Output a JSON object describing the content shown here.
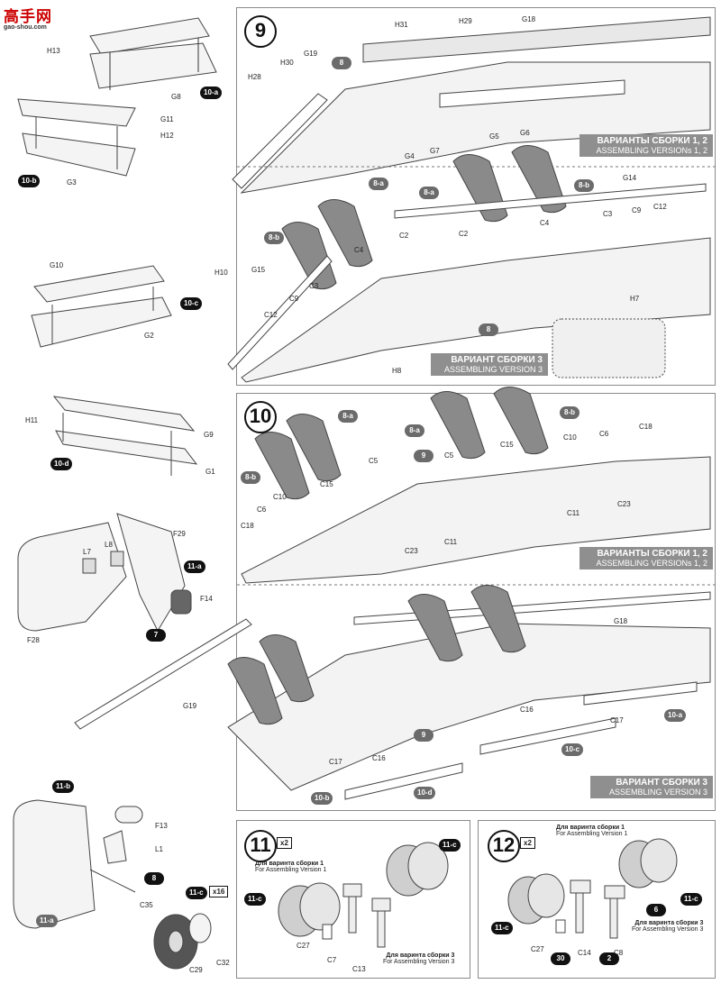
{
  "logo": {
    "name": "高手网",
    "url": "gao-shou.com"
  },
  "step9": {
    "number": "9",
    "parts": [
      "H31",
      "H29",
      "G18",
      "8",
      "H30",
      "G19",
      "H28",
      "G7",
      "G4",
      "G5",
      "G6",
      "8-a",
      "8-b",
      "G14",
      "C4",
      "C2",
      "C3",
      "C9",
      "C12",
      "G15",
      "H7",
      "H8"
    ],
    "version12": {
      "ru": "ВАРИАНТЫ СБОРКИ 1, 2",
      "en": "ASSEMBLING VERSIONs 1, 2"
    },
    "version3": {
      "ru": "ВАРИАНТ СБОРКИ 3",
      "en": "ASSEMBLING VERSION 3"
    }
  },
  "step10": {
    "number": "10",
    "parts": [
      "8-a",
      "8-b",
      "9",
      "C5",
      "C15",
      "C10",
      "C6",
      "C18",
      "C11",
      "C23",
      "G18",
      "G19",
      "C16",
      "C17",
      "10-a",
      "10-b",
      "10-c",
      "10-d"
    ],
    "version12": {
      "ru": "ВАРИАНТЫ СБОРКИ 1, 2",
      "en": "ASSEMBLING VERSIONs 1, 2"
    },
    "version3": {
      "ru": "ВАРИАНТ СБОРКИ 3",
      "en": "ASSEMBLING VERSION 3"
    }
  },
  "left": {
    "a": {
      "tag": "10-a",
      "parts": [
        "H13",
        "G8"
      ]
    },
    "b": {
      "tag": "10-b",
      "parts": [
        "G11",
        "H12",
        "G3"
      ]
    },
    "c": {
      "tag": "10-c",
      "parts": [
        "G10",
        "H10",
        "G2"
      ]
    },
    "d": {
      "tag": "10-d",
      "parts": [
        "H11",
        "G9",
        "G1"
      ]
    },
    "e": {
      "tag": "11-a",
      "parts": [
        "F29",
        "L7",
        "L8",
        "F14",
        "F28"
      ],
      "ref": "7"
    },
    "f": {
      "tag": "11-b",
      "parts": [
        "F13",
        "L1",
        "C35",
        "11-a"
      ],
      "ref": "8"
    },
    "g": {
      "tag": "11-c",
      "qty": "x16",
      "parts": [
        "C32",
        "C29"
      ]
    }
  },
  "step11": {
    "number": "11",
    "qty": "x2",
    "note1": {
      "ru": "Для варинта сборки 1",
      "en": "For Assembling Version 1"
    },
    "note3": {
      "ru": "Для варинта сборки 3",
      "en": "For Assembling Version 3"
    },
    "parts": [
      "11-c",
      "11-c",
      "C27",
      "C7",
      "C13"
    ]
  },
  "step12": {
    "number": "12",
    "qty": "x2",
    "note1": {
      "ru": "Для варинта сборки 1",
      "en": "For Assembling Version 1"
    },
    "note3": {
      "ru": "Для варинта сборки 3",
      "en": "For Assembling Version 3"
    },
    "parts": [
      "11-c",
      "11-c",
      "C27",
      "C14",
      "C8"
    ],
    "refs": [
      "6",
      "30",
      "2"
    ]
  }
}
